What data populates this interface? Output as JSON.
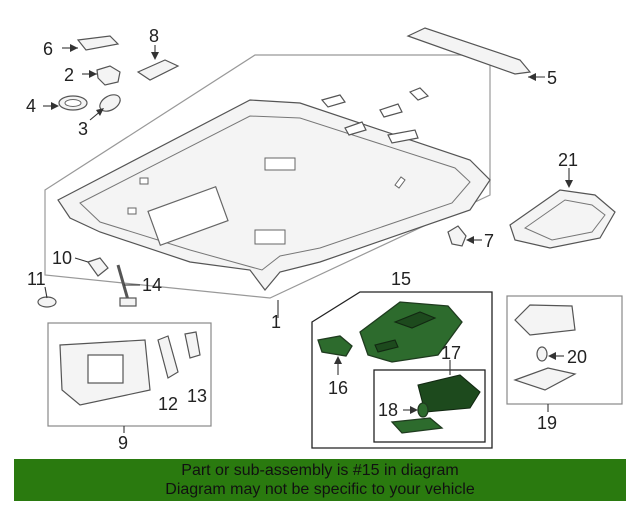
{
  "callouts": {
    "c1": "1",
    "c2": "2",
    "c3": "3",
    "c4": "4",
    "c5": "5",
    "c6": "6",
    "c7": "7",
    "c8": "8",
    "c9": "9",
    "c10": "10",
    "c11": "11",
    "c12": "12",
    "c13": "13",
    "c14": "14",
    "c15": "15",
    "c16": "16",
    "c17": "17",
    "c18": "18",
    "c19": "19",
    "c20": "20",
    "c21": "21"
  },
  "highlighted_part": "15",
  "colors": {
    "highlight": "#2d6b2d",
    "footer_bg": "#2a7a0f"
  },
  "footer": {
    "line1": "Part or sub-assembly is #15 in diagram",
    "line2": "Diagram may not be specific to your vehicle"
  }
}
